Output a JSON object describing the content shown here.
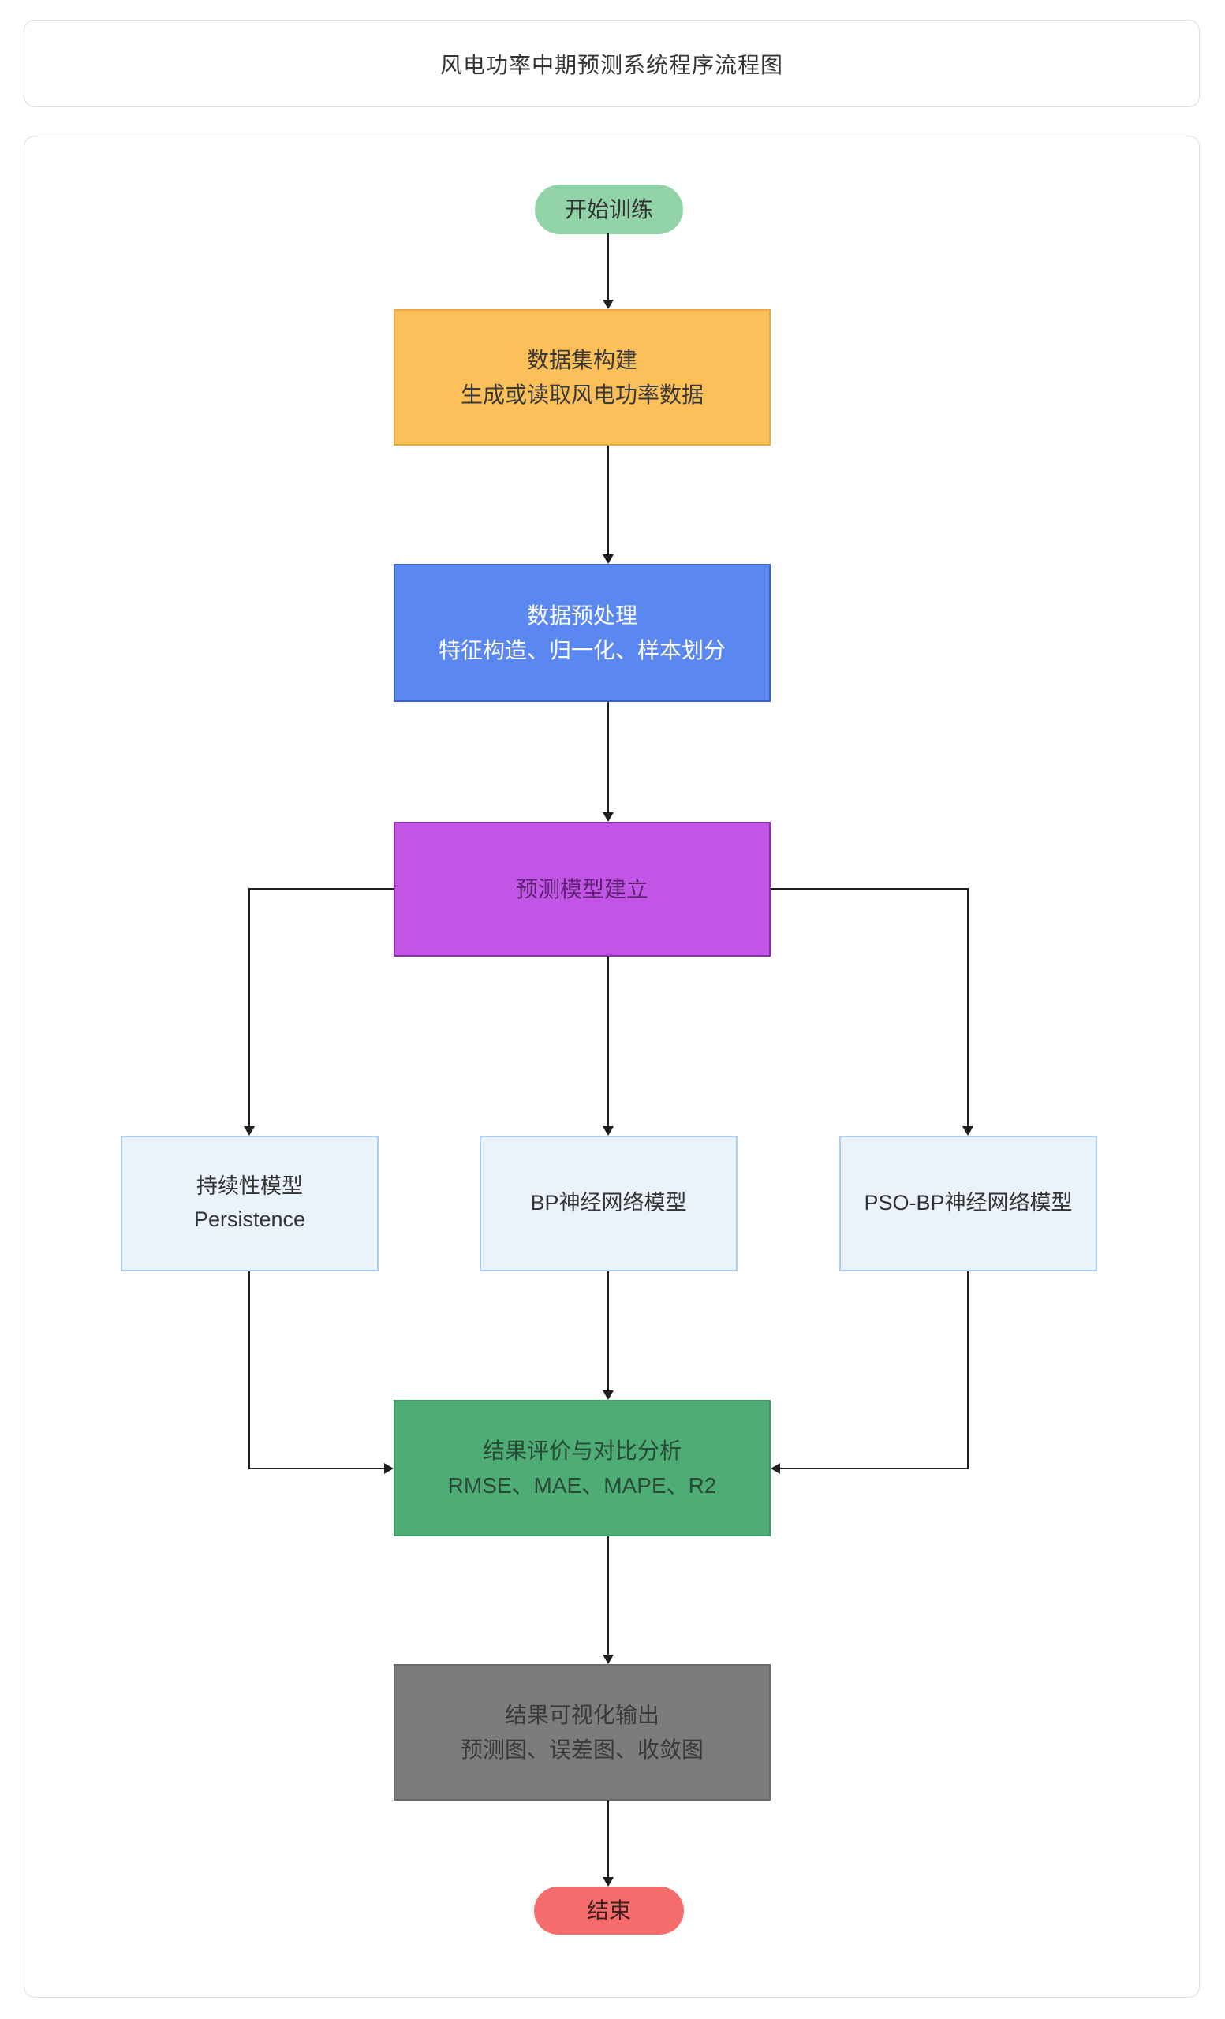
{
  "header": {
    "title": "风电功率中期预测系统程序流程图"
  },
  "palette": {
    "start_fill": "#92d4a7",
    "dataset_fill": "#fbc05a",
    "dataset_border": "#eda93f",
    "preprocess_fill": "#5b87f0",
    "preprocess_border": "#3d63c6",
    "modeling_fill": "#c254e6",
    "modeling_border": "#8c2fb2",
    "model_option_fill": "#eaf2fc",
    "model_option_border": "#aecdee",
    "evaluation_fill": "#4dad75",
    "evaluation_border": "#3b9a63",
    "visualization_fill": "#7c7c7c",
    "visualization_border": "#6a6a6a",
    "end_fill": "#f56c6c",
    "connector_color": "#1f1f1f",
    "card_border": "#dcdcdc"
  },
  "flow": {
    "start": {
      "label": "开始训练"
    },
    "dataset": {
      "line1": "数据集构建",
      "line2": "生成或读取风电功率数据"
    },
    "preprocess": {
      "line1": "数据预处理",
      "line2": "特征构造、归一化、样本划分"
    },
    "modeling": {
      "label": "预测模型建立"
    },
    "persistence": {
      "line1": "持续性模型",
      "line2": "Persistence"
    },
    "bp": {
      "label": "BP神经网络模型"
    },
    "psobp": {
      "label": "PSO-BP神经网络模型"
    },
    "evaluation": {
      "line1": "结果评价与对比分析",
      "line2": "RMSE、MAE、MAPE、R2"
    },
    "visualization": {
      "line1": "结果可视化输出",
      "line2": "预测图、误差图、收敛图"
    },
    "end": {
      "label": "结束"
    }
  }
}
